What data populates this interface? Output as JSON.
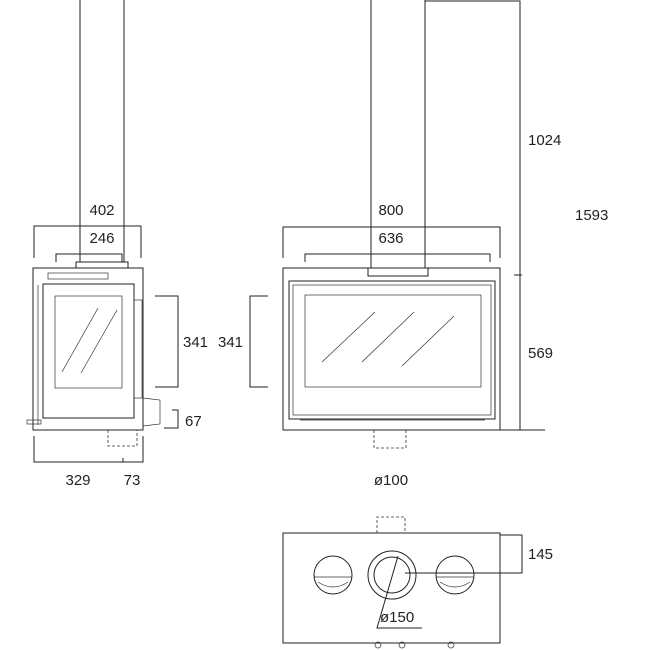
{
  "side_view": {
    "width_total": "402",
    "width_inner": "246",
    "height_glass": "341",
    "bottom_offset": "67",
    "depth": "329",
    "flue_offset": "73"
  },
  "front_view": {
    "width_total": "800",
    "width_inner": "636",
    "height_glass": "341",
    "flue_height": "1024",
    "total_height": "1593",
    "body_height": "569",
    "flue_diameter": "ø100"
  },
  "top_view": {
    "flue_depth": "145",
    "outlet_diameter": "ø150"
  }
}
